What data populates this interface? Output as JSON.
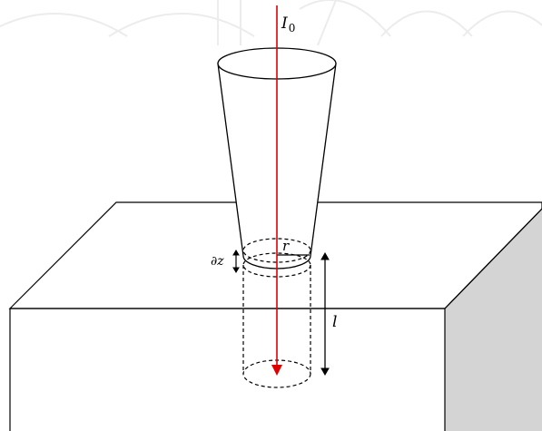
{
  "labels": {
    "intensity_symbol": "I",
    "intensity_subscript": "0",
    "radius": "r",
    "slice_thickness": "∂z",
    "length": "l"
  },
  "colors": {
    "beam": "#e00000",
    "outline": "#000000",
    "side_face": "#d4d4d4",
    "watermark": "#ececec",
    "background": "#ffffff"
  }
}
